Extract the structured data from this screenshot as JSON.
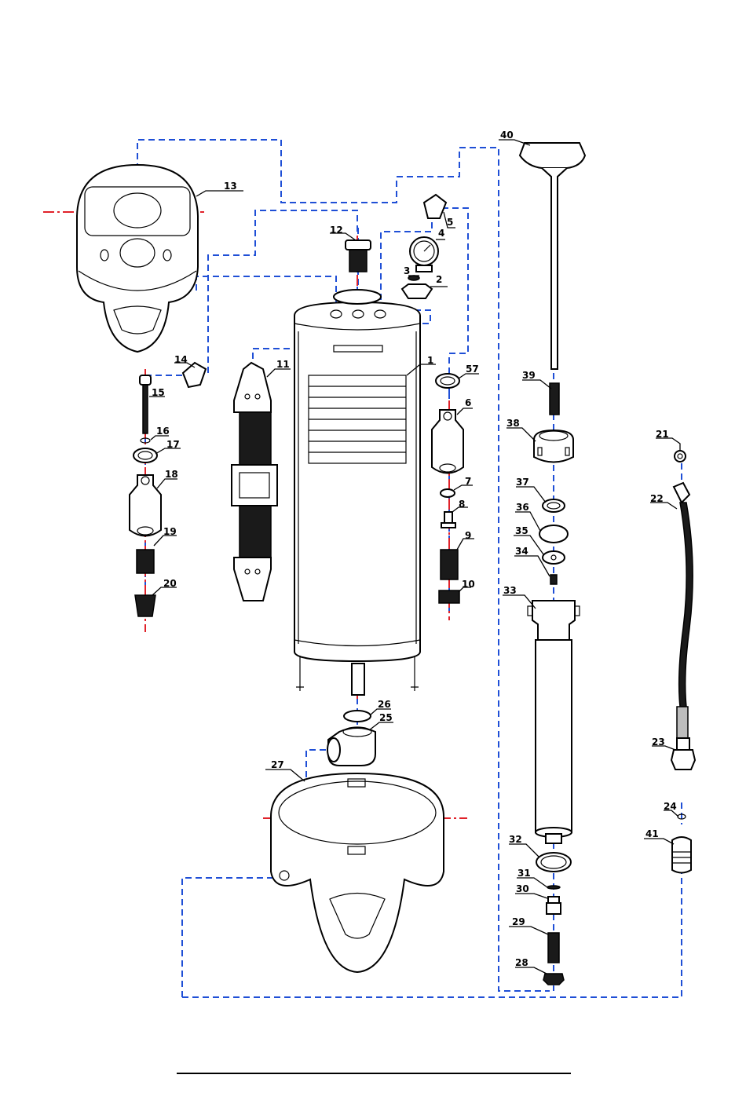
{
  "diagram": {
    "colors": {
      "assembly_line": "#1f4fd6",
      "center_line": "#e0222a",
      "outline": "#000000"
    },
    "part_numbers": [
      "1",
      "2",
      "3",
      "4",
      "5",
      "6",
      "7",
      "8",
      "9",
      "10",
      "11",
      "12",
      "13",
      "14",
      "15",
      "16",
      "17",
      "18",
      "19",
      "20",
      "21",
      "22",
      "23",
      "24",
      "25",
      "26",
      "27",
      "28",
      "29",
      "30",
      "31",
      "32",
      "33",
      "34",
      "35",
      "36",
      "37",
      "38",
      "39",
      "40",
      "41",
      "57"
    ]
  }
}
